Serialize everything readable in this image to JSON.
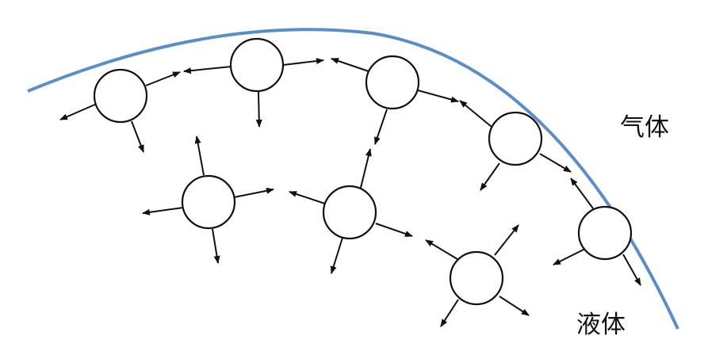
{
  "labels": {
    "gas": "气体",
    "liquid": "液体"
  },
  "colors": {
    "surface": "#5b8ec7",
    "ink": "#111111",
    "molecule_fill": "#ffffff"
  },
  "icons": {
    "molecule": "circle-with-force-arrows"
  }
}
